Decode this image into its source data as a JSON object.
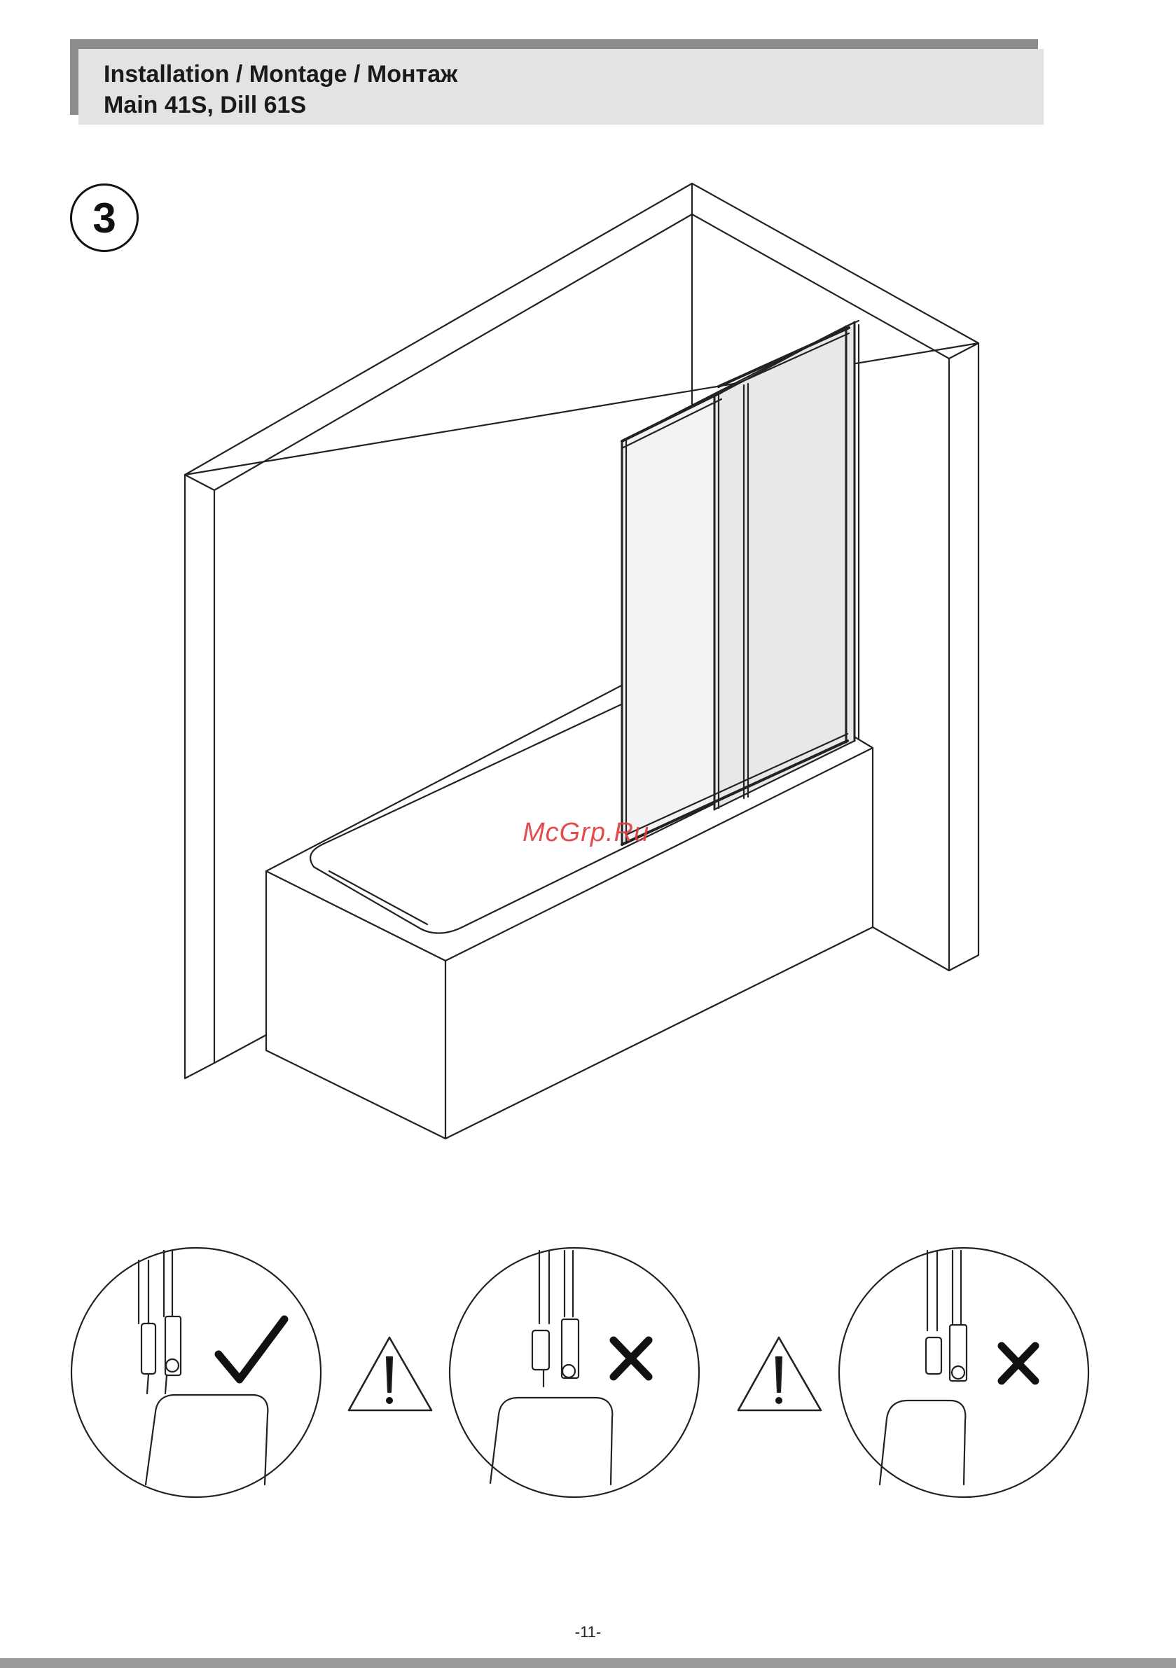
{
  "header": {
    "line1": "Installation / Montage / Монтаж",
    "line2": "Main 41S, Dill 61S"
  },
  "step": {
    "number": "3"
  },
  "details": [
    {
      "status": "correct",
      "mark": "check-icon"
    },
    {
      "status": "incorrect",
      "mark": "cross-icon"
    },
    {
      "status": "incorrect",
      "mark": "cross-icon"
    }
  ],
  "warnings": [
    {
      "icon": "warning-icon"
    },
    {
      "icon": "warning-icon"
    }
  ],
  "watermark": "McGrp.Ru",
  "footer": {
    "page": "-11-"
  }
}
